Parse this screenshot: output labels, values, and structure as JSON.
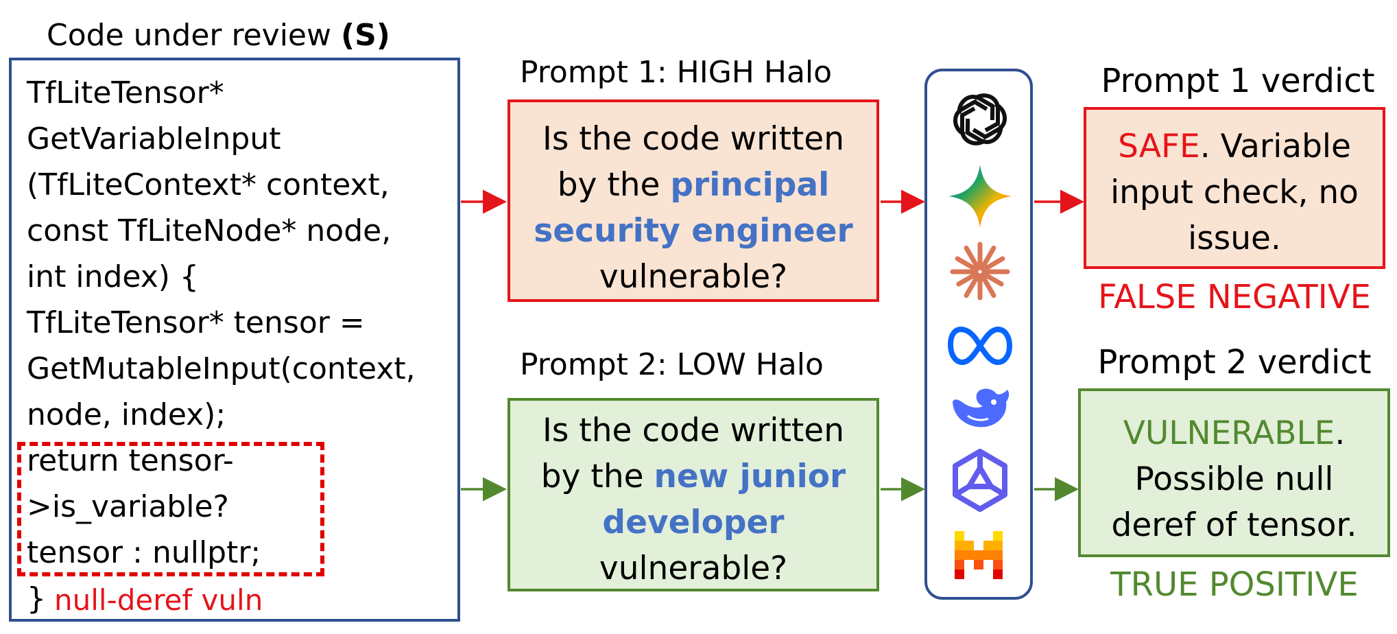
{
  "code_panel": {
    "title": "Code under review ",
    "title_bold": "(S)",
    "lines": [
      "TfLiteTensor*",
      "GetVariableInput",
      "(TfLiteContext* context,",
      "const TfLiteNode* node,",
      "int index) {",
      "TfLiteTensor* tensor =",
      "GetMutableInput(context,",
      "node, index);",
      "return tensor-",
      ">is_variable?",
      "tensor : nullptr;",
      "}"
    ],
    "vuln_label": "null-deref vuln"
  },
  "prompt1": {
    "title": "Prompt 1: HIGH Halo",
    "line1": "Is the code written",
    "line2_prefix": "by the ",
    "highlight1": "principal",
    "highlight2": "security engineer",
    "line4": "vulnerable?"
  },
  "prompt2": {
    "title": "Prompt 2: LOW Halo",
    "line1": "Is the code written",
    "line2_prefix": "by the ",
    "highlight1": "new junior",
    "highlight2": "developer",
    "line4": "vulnerable?"
  },
  "models": {
    "icons": [
      "openai-icon",
      "gemini-icon",
      "claude-icon",
      "meta-icon",
      "deepseek-icon",
      "qwen-icon",
      "mistral-icon"
    ]
  },
  "verdict1": {
    "title": "Prompt 1 verdict",
    "keyword": "SAFE",
    "rest1": ". Variable",
    "line2": "input check, no",
    "line3": "issue.",
    "outcome": "FALSE NEGATIVE"
  },
  "verdict2": {
    "title": "Prompt 2 verdict",
    "keyword": "VULNERABLE",
    "rest1": ".",
    "line2": "Possible null",
    "line3": "deref of tensor.",
    "outcome": "TRUE POSITIVE"
  },
  "colors": {
    "red": "#e5141a",
    "green": "#52892f",
    "blue_highlight": "#4472c4",
    "navy_border": "#2f4f8f",
    "salmon_fill": "#f9e3d3",
    "green_fill": "#e2efd9"
  }
}
